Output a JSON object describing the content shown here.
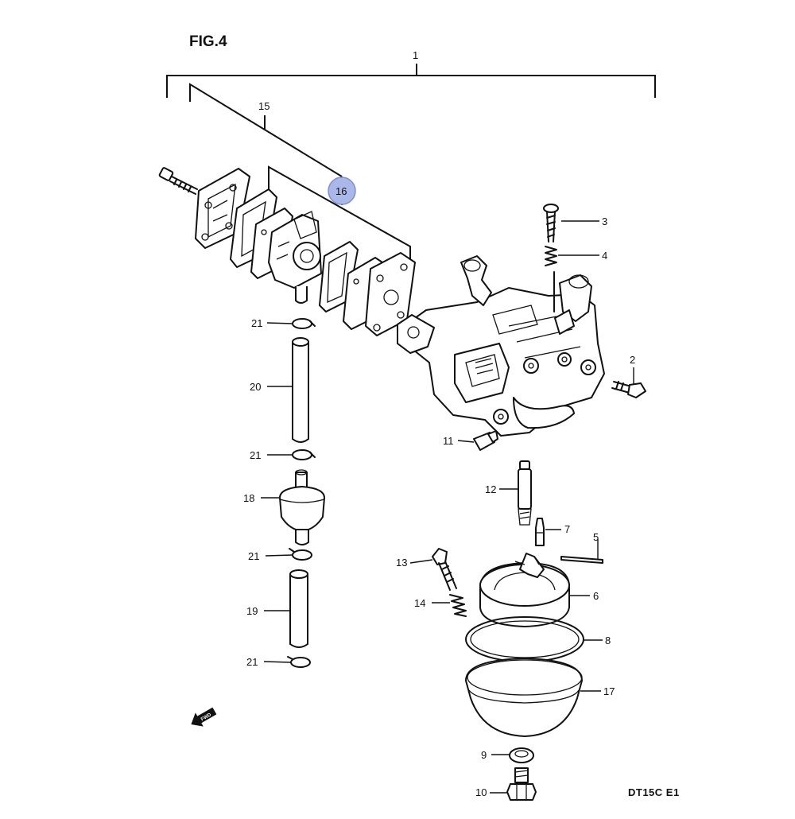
{
  "figure": {
    "title": "FIG.4",
    "code": "DT15C E1",
    "front_arrow": "FWD",
    "highlighted_callout": "16"
  },
  "callouts": {
    "c1": "1",
    "c2": "2",
    "c3": "3",
    "c4": "4",
    "c5": "5",
    "c6": "6",
    "c7": "7",
    "c8": "8",
    "c9": "9",
    "c10": "10",
    "c11": "11",
    "c12": "12",
    "c13": "13",
    "c14": "14",
    "c15": "15",
    "c16": "16",
    "c17": "17",
    "c18": "18",
    "c19": "19",
    "c20": "20",
    "c21": "21"
  },
  "colors": {
    "highlight": "#a9b8e8",
    "line": "#111111"
  }
}
